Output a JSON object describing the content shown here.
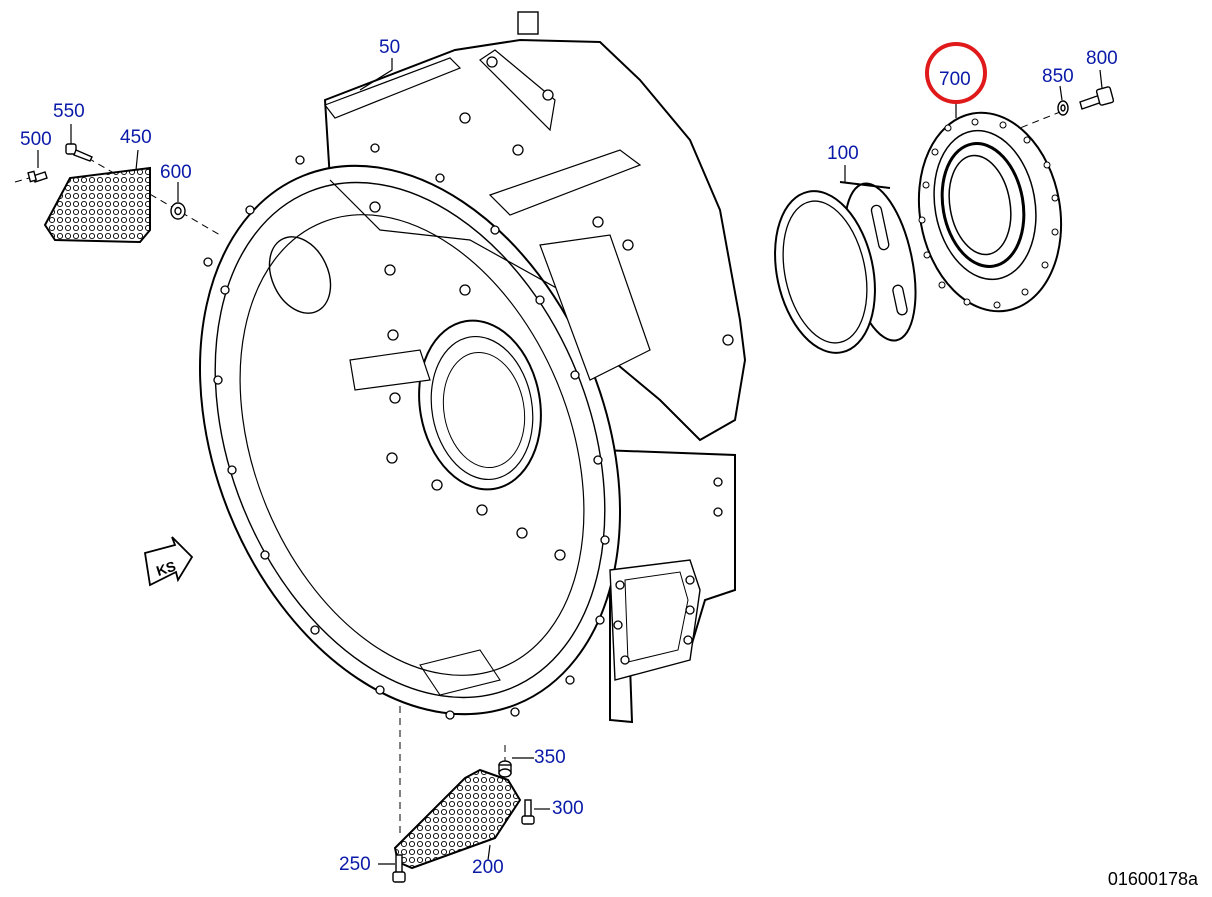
{
  "drawing": {
    "document_id": "01600178a",
    "ks_marker": "KS",
    "highlighted_part": "700",
    "highlight_color": "#e01a1a",
    "callout_color": "#0a1aa8"
  },
  "callouts": {
    "p50": "50",
    "p550": "550",
    "p500": "500",
    "p450": "450",
    "p600": "600",
    "p700": "700",
    "p850": "850",
    "p800": "800",
    "p100": "100",
    "p350": "350",
    "p300": "300",
    "p250": "250",
    "p200": "200"
  }
}
